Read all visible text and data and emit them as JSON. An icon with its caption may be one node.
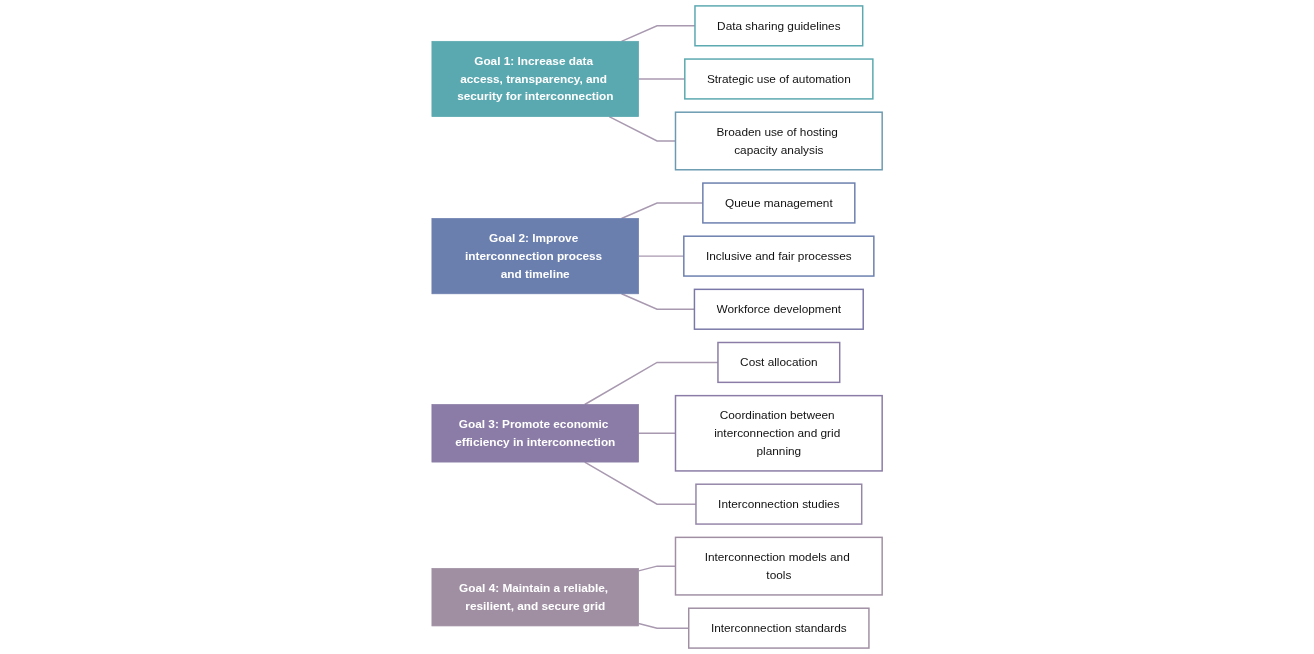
{
  "diagram": {
    "nodes": [
      {
        "text": [
          "Goal 1: Increase data access, transparency, and security for interconnection"
        ]
      },
      {
        "text": [
          "Data sharing guidelines"
        ]
      },
      {
        "text": [
          "Strategic use of automation"
        ]
      },
      {
        "text": [
          "Broaden use of hosting capacity analysis"
        ]
      },
      {
        "text": [
          "Goal 2: Improve interconnection process and timeline"
        ]
      },
      {
        "text": [
          "Queue management"
        ]
      },
      {
        "text": [
          "Inclusive and fair processes"
        ]
      },
      {
        "text": [
          "Workforce development"
        ]
      },
      {
        "text": [
          "Goal 3: Promote economic efficiency in interconnection"
        ]
      },
      {
        "text": [
          "Cost allocation"
        ]
      },
      {
        "text": [
          "Coordination between interconnection and grid planning"
        ]
      },
      {
        "text": [
          "Interconnection studies"
        ]
      },
      {
        "text": [
          "Goal 4: Maintain a reliable, resilient, and secure grid"
        ]
      },
      {
        "text": [
          "Interconnection models and tools"
        ]
      },
      {
        "text": [
          "Interconnection standards"
        ]
      }
    ],
    "edges": [
      {
        "from": 0,
        "to": 1,
        "arrow": "none"
      },
      {
        "from": 0,
        "to": 2,
        "arrow": "none"
      },
      {
        "from": 0,
        "to": 3,
        "arrow": "none"
      },
      {
        "from": 4,
        "to": 5,
        "arrow": "none"
      },
      {
        "from": 4,
        "to": 6,
        "arrow": "none"
      },
      {
        "from": 4,
        "to": 7,
        "arrow": "none"
      },
      {
        "from": 8,
        "to": 9,
        "arrow": "none"
      },
      {
        "from": 8,
        "to": 10,
        "arrow": "none"
      },
      {
        "from": 8,
        "to": 11,
        "arrow": "none"
      },
      {
        "from": 12,
        "to": 13,
        "arrow": "none"
      },
      {
        "from": 12,
        "to": 14,
        "arrow": "none"
      }
    ]
  }
}
